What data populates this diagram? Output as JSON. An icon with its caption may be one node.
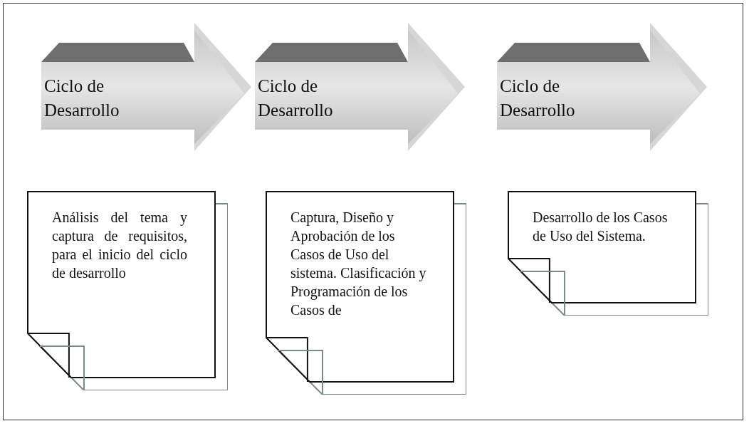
{
  "diagram": {
    "nodes": [
      {
        "text": [
          "Ciclo de Desarrollo"
        ]
      },
      {
        "text": [
          "Ciclo de Desarrollo"
        ]
      },
      {
        "text": [
          "Ciclo de Desarrollo"
        ]
      },
      {
        "text": [
          "Análisis del tema y captura de requisitos, para el inicio del ciclo de desarrollo"
        ]
      },
      {
        "text": [
          "Captura, Diseño y Aprobación de los Casos de Uso del sistema. Clasificación y Programación de los Casos de"
        ]
      },
      {
        "text": [
          "Desarrollo de los Casos de Uso del Sistema."
        ]
      }
    ]
  }
}
